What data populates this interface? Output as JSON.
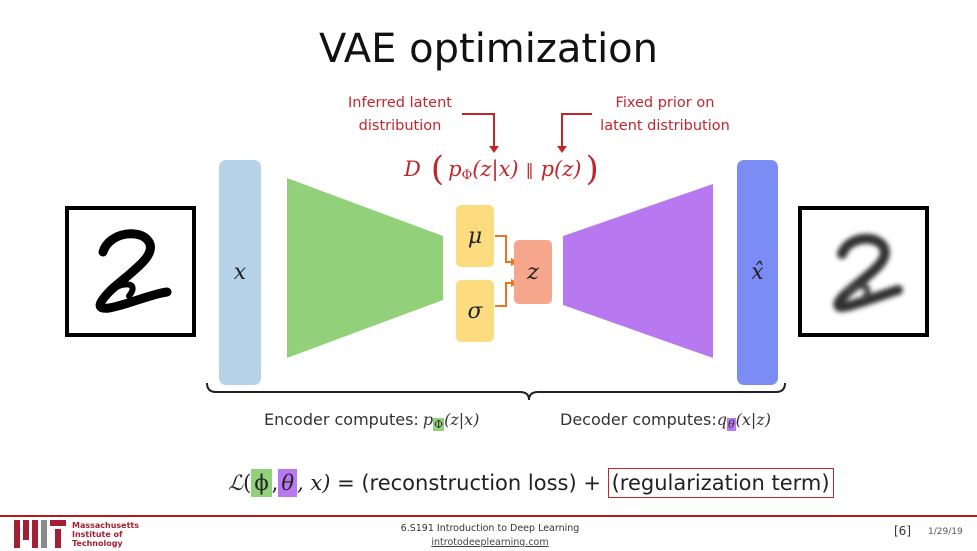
{
  "slide": {
    "title": "VAE optimization"
  },
  "annotations": {
    "inferred": [
      "Inferred latent",
      "distribution"
    ],
    "prior": [
      "Fixed prior on",
      "latent distribution"
    ],
    "divergence": {
      "d": "D",
      "p_phi": "p",
      "phi_sub": "Φ",
      "z_given_x": "(z|x)",
      "parallel": "‖",
      "p_z": "p(z)"
    }
  },
  "diagram": {
    "input_symbol": "x",
    "mu_symbol": "μ",
    "sigma_symbol": "σ",
    "latent_symbol": "z",
    "output_symbol": "x̂",
    "colors": {
      "input_bar": "#b7d3ea",
      "encoder": "#92d07a",
      "mu_sigma": "#fddc80",
      "z_box": "#f6a68a",
      "decoder": "#b778f0",
      "output_bar": "#7b8df5",
      "arrows": "#e8761f"
    }
  },
  "captions": {
    "encoder_prefix": "Encoder computes: ",
    "encoder_p": "p",
    "encoder_sub": "Φ",
    "encoder_arg": "(z|x)",
    "decoder_prefix": "Decoder computes:",
    "decoder_q": "q",
    "decoder_sub": "θ",
    "decoder_arg": "(x|z)"
  },
  "loss": {
    "L": "ℒ",
    "open": "(",
    "phi": "ϕ",
    "comma1": ",",
    "theta": "θ",
    "rest_args": ", x)",
    "eq": " = (reconstruction loss) + ",
    "reg_term": "(regularization term)",
    "phi_color": "#92d07a",
    "theta_color": "#b778f0",
    "reg_box_color": "#c0272d"
  },
  "footer": {
    "logo_text": "MIT",
    "institute_lines": [
      "Massachusetts",
      "Institute of",
      "Technology"
    ],
    "course": "6.S191 Introduction to Deep Learning",
    "url": "introtodeeplearning.com",
    "slide_number": "[6]",
    "date": "1/29/19"
  }
}
